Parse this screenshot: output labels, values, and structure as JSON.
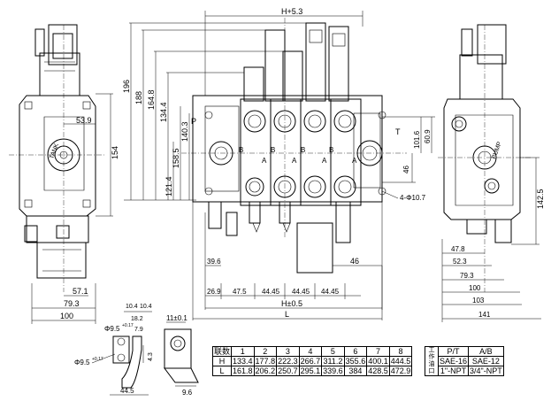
{
  "front_view": {
    "dims_top": [
      "H+5.3"
    ],
    "dims_left": [
      "196",
      "188",
      "164.8",
      "134.4",
      "158.5",
      "140.3",
      "121.4"
    ],
    "dims_right": [
      "101.6",
      "60.9",
      "46"
    ],
    "hole_label": "4-Φ10.7",
    "port_P": "P",
    "port_T": "T",
    "port_labels_A": [
      "A",
      "A",
      "A",
      "A"
    ],
    "port_labels_B": [
      "B",
      "B",
      "B",
      "B"
    ],
    "dims_bottom_row1": [
      "39.6",
      "46"
    ],
    "dims_bottom_row2": [
      "26.9",
      "47.5",
      "44.45",
      "44.45",
      "44.45"
    ],
    "dims_bottom_row3": [
      "H±0.5"
    ],
    "dims_bottom_row4": [
      "L"
    ]
  },
  "left_view": {
    "dim_53_9": "53.9",
    "dim_154": "154",
    "dim_57_1": "57.1",
    "dim_79_3": "79.3",
    "dim_100": "100",
    "side_text": "TANK"
  },
  "right_view": {
    "dim_142_5": "142.5",
    "dims_bottom": [
      "47.8",
      "52.3",
      "79.3",
      "100",
      "103",
      "141"
    ],
    "side_text": "PUMP"
  },
  "handle_view": {
    "dims_top": [
      "10.4",
      "10.4",
      "18.2",
      "7.9"
    ],
    "dia_top": "Φ9.5",
    "dia_top_tol": "+0.17",
    "dia_bottom": "Φ9.5",
    "dia_bottom_tol": "+0.17",
    "dim_4_3": "4.3",
    "dim_44_5": "44.5"
  },
  "lever_view": {
    "dim_top": "11±0.1",
    "dim_bottom": "9.6"
  },
  "sections_table": {
    "header": [
      "联数",
      "1",
      "2",
      "3",
      "4",
      "5",
      "6",
      "7",
      "8"
    ],
    "rows": [
      [
        "H",
        "133.4",
        "177.8",
        "222.3",
        "266.7",
        "311.2",
        "355.6",
        "400.1",
        "444.5"
      ],
      [
        "L",
        "161.8",
        "206.2",
        "250.7",
        "295.1",
        "339.6",
        "384",
        "428.5",
        "472.9"
      ]
    ]
  },
  "ports_table": {
    "label": "工作油口",
    "col_headers": [
      "P/T",
      "A/B"
    ],
    "rows": [
      [
        "SAE-16",
        "SAE-12"
      ],
      [
        "1\"-NPT",
        "3/4\"-NPT"
      ]
    ]
  }
}
